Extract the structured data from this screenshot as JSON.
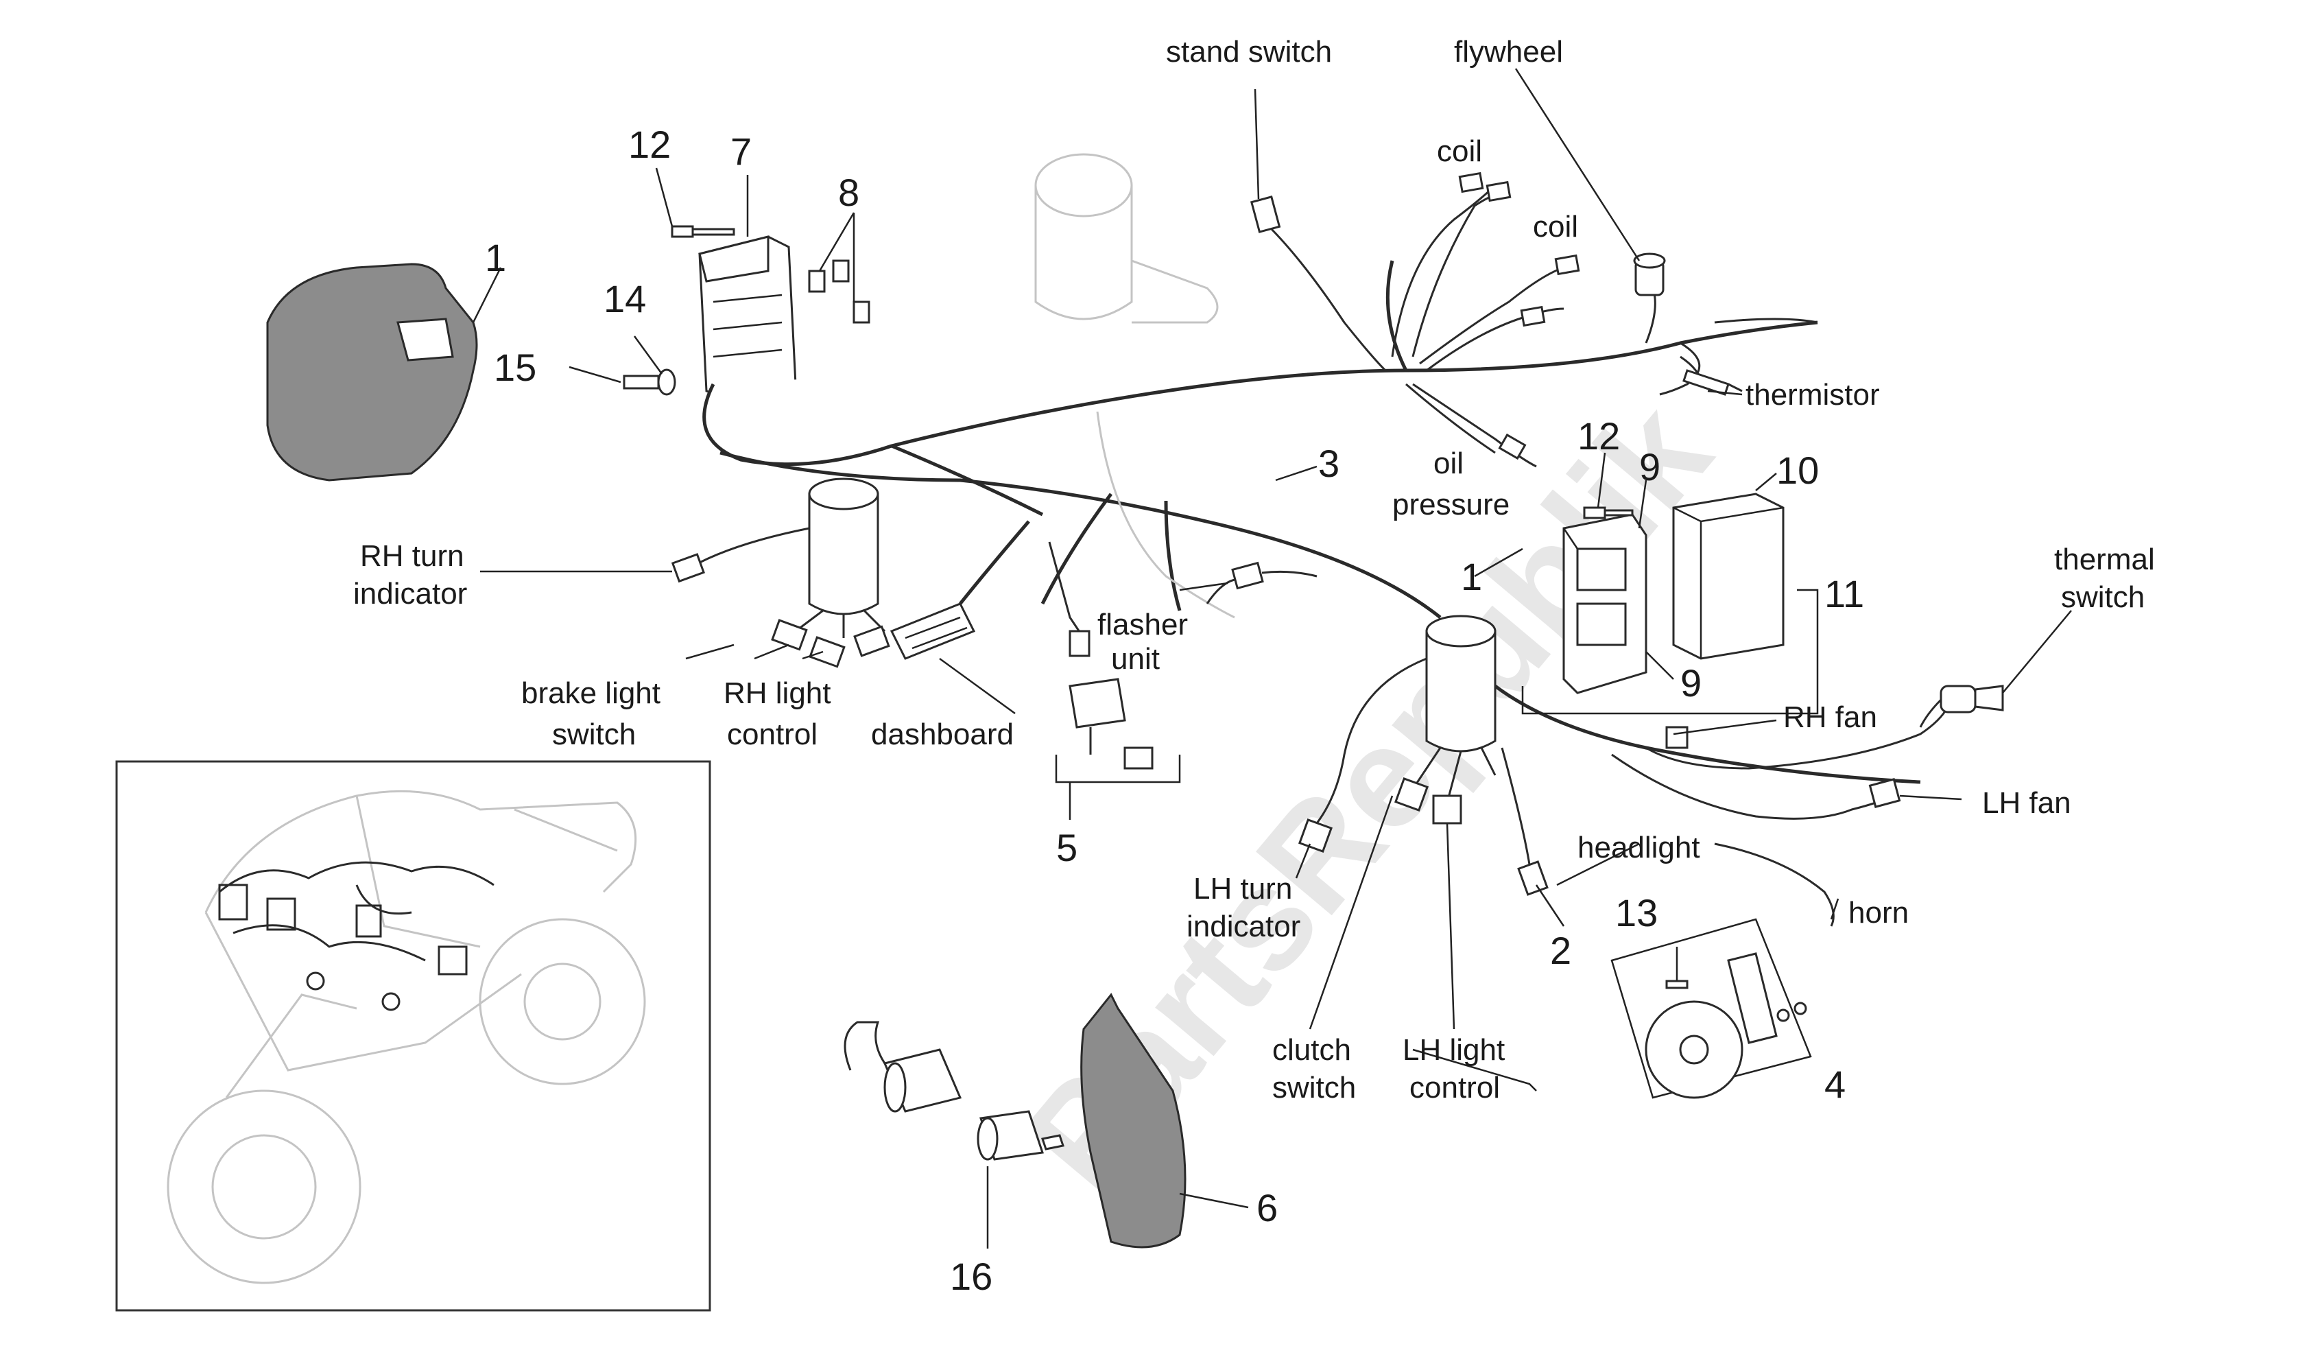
{
  "watermark": "PartsRepublik",
  "labels": {
    "stand_switch": "stand switch",
    "flywheel": "flywheel",
    "coil_1": "coil",
    "coil_2": "coil",
    "thermistor": "thermistor",
    "oil_pressure_1": "oil",
    "oil_pressure_2": "pressure",
    "thermal_switch_1": "thermal",
    "thermal_switch_2": "switch",
    "rh_fan": "RH fan",
    "lh_fan": "LH fan",
    "horn": "horn",
    "headlight": "headlight",
    "rh_turn_1": "RH turn",
    "rh_turn_2": "indicator",
    "brake_light_1": "brake light",
    "brake_light_2": "switch",
    "rh_light_1": "RH light",
    "rh_light_2": "control",
    "dashboard": "dashboard",
    "flasher_1": "flasher",
    "flasher_2": "unit",
    "lh_turn_1": "LH turn",
    "lh_turn_2": "indicator",
    "clutch_1": "clutch",
    "clutch_2": "switch",
    "lh_light_1": "LH light",
    "lh_light_2": "control"
  },
  "numbers": {
    "n1_left": "1",
    "n12_top": "12",
    "n7": "7",
    "n8": "8",
    "n14": "14",
    "n15": "15",
    "n3": "3",
    "n12_right": "12",
    "n9_top": "9",
    "n10": "10",
    "n1_right": "1",
    "n11": "11",
    "n9_bottom": "9",
    "n5": "5",
    "n2": "2",
    "n13": "13",
    "n4": "4",
    "n6": "6",
    "n16": "16"
  }
}
